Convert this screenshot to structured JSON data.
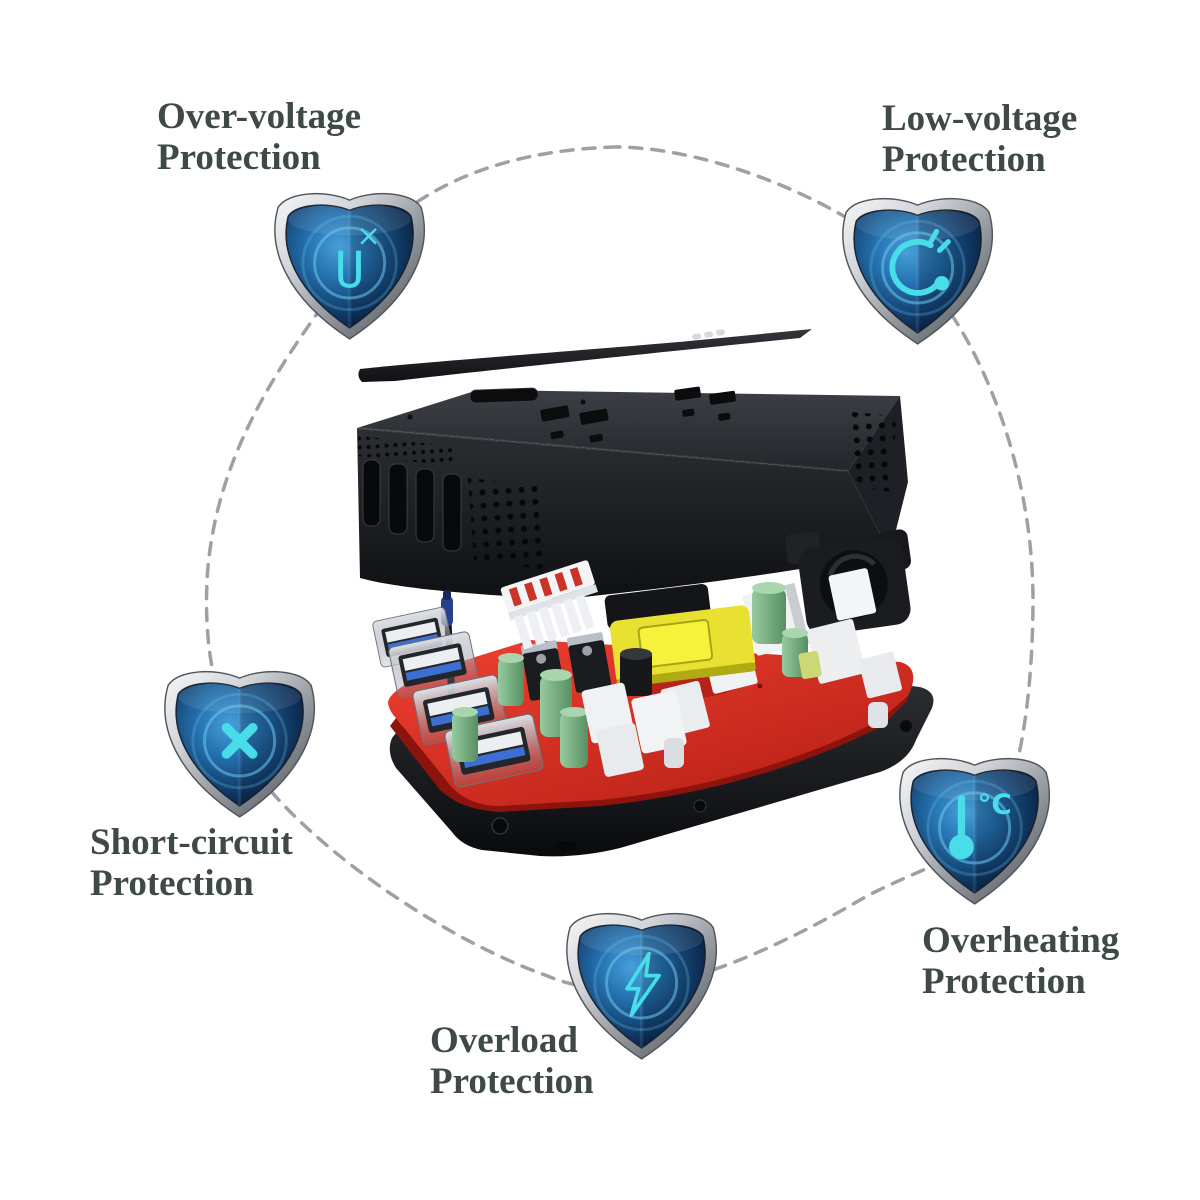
{
  "badges": [
    {
      "id": "over-voltage",
      "line1": "Over-voltage",
      "line2": "Protection",
      "glyph": "U",
      "glyph_mark": "×"
    },
    {
      "id": "low-voltage",
      "line1": "Low-voltage",
      "line2": "Protection"
    },
    {
      "id": "short-circuit",
      "line1": "Short-circuit",
      "line2": "Protection"
    },
    {
      "id": "overload",
      "line1": "Overload",
      "line2": "Protection"
    },
    {
      "id": "overheating",
      "line1": "Overheating",
      "line2": "Protection",
      "glyph": "°C"
    }
  ],
  "colors": {
    "background": "#ffffff",
    "label_text": "#3f4a47",
    "icon_cyan": "#49dce9",
    "shield_blue_center": "#47a0da",
    "shield_blue_edge": "#05122a",
    "shield_rim_silver": "#c6c9ce",
    "dashed_circle": "#9ba1a5",
    "pcb_red": "#e8392b",
    "case_black": "#1d1f23",
    "transformer_yellow": "#e8e132",
    "capacitor_green": "#79b486"
  }
}
